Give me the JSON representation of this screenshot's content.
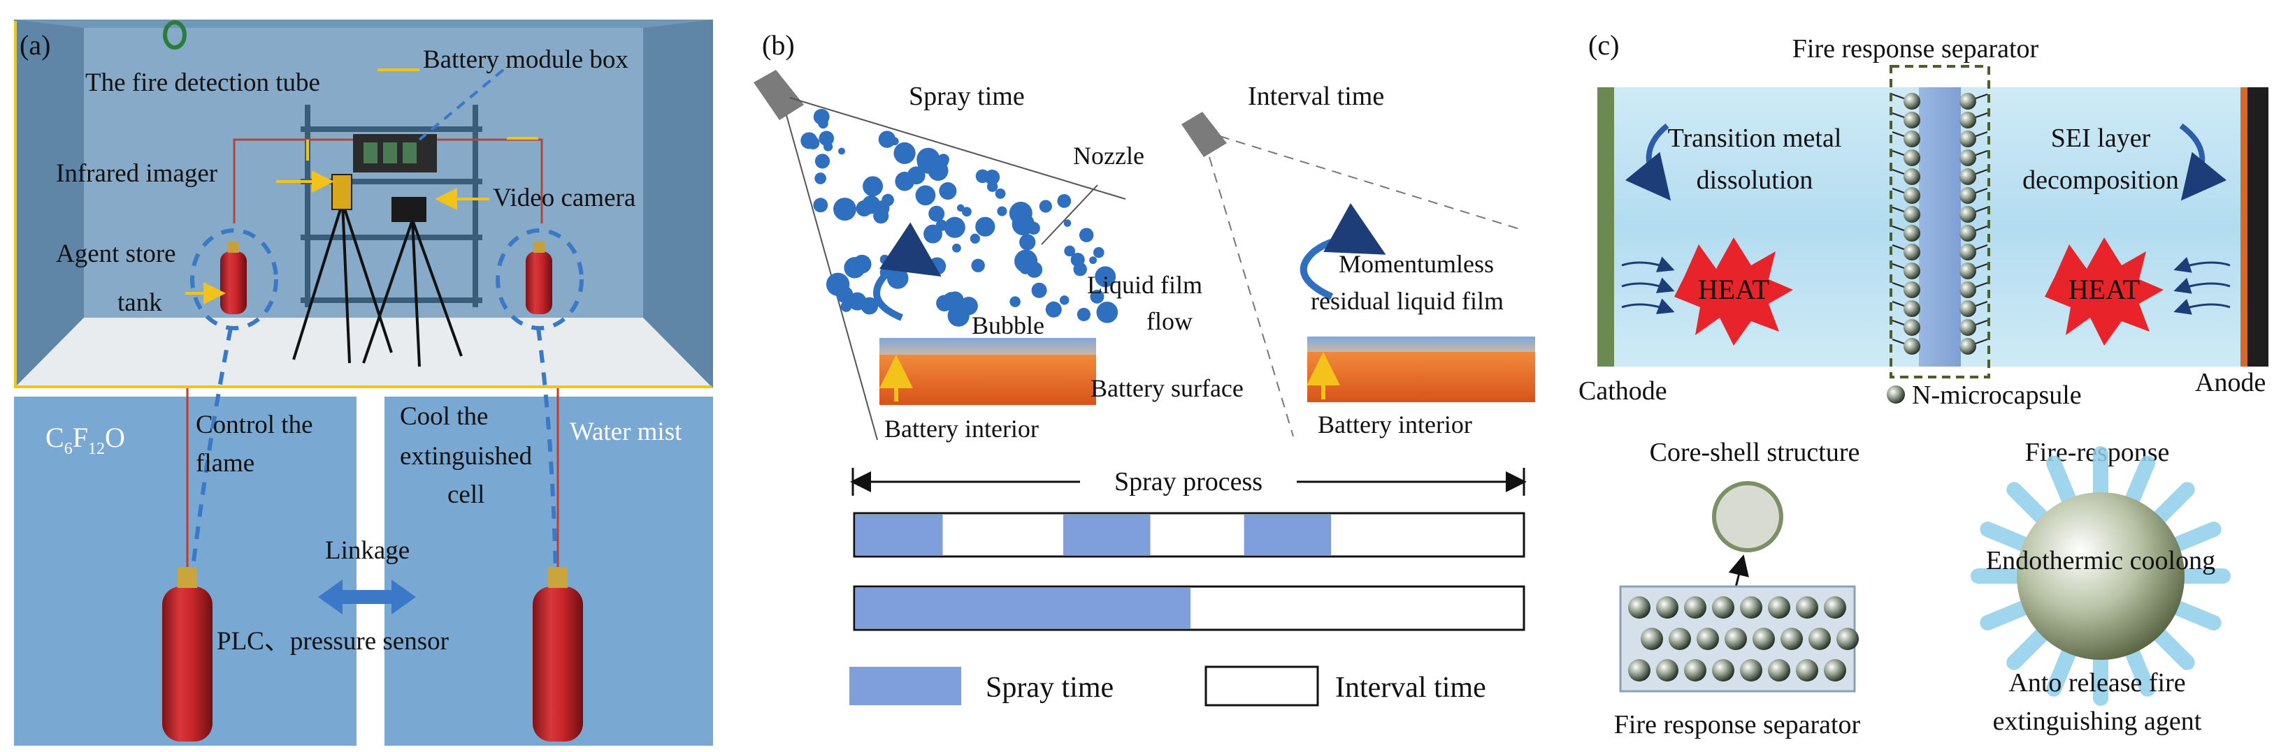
{
  "panel_a": {
    "label": "(a)",
    "top_labels": {
      "fire_detection_tube": "The fire detection tube",
      "battery_module_box": "Battery module box",
      "infrared_imager": "Infrared imager",
      "video_camera": "Video camera",
      "agent_store_line1": "Agent store",
      "agent_store_line2": "tank"
    },
    "bottom_labels": {
      "agent_c": "C",
      "agent_sub6": "6",
      "agent_f": "F",
      "agent_sub12": "12",
      "agent_o": "O",
      "control_line1": "Control the",
      "control_line2": "flame",
      "cool_line1": "Cool the",
      "cool_line2": "extinguished",
      "cool_line3": "cell",
      "water_mist": "Water mist",
      "linkage": "Linkage",
      "plc": "PLC、pressure sensor"
    },
    "colors": {
      "room": "#6f97b7",
      "floor": "#e9ecee",
      "lower_bg": "#79a8d3",
      "cylinder": "#c8262a",
      "link_arrow": "#3c78c8"
    }
  },
  "panel_b": {
    "label": "(b)",
    "spray_time_title": "Spray time",
    "interval_time_title": "Interval time",
    "nozzle": "Nozzle",
    "liquid_film_line1": "Liquid film",
    "liquid_film_line2": "flow",
    "bubble": "Bubble",
    "battery_surface": "Battery surface",
    "battery_interior_1": "Battery interior",
    "momentumless_line1": "Momentumless",
    "momentumless_line2": "residual liquid film",
    "battery_interior_2": "Battery interior",
    "spray_process": "Spray process",
    "legend_spray": "Spray time",
    "legend_interval": "Interval time",
    "schedule_intermittent": [
      [
        0,
        0.13
      ],
      [
        0.31,
        0.44
      ],
      [
        0.58,
        0.71
      ]
    ],
    "schedule_continuous": [
      [
        0,
        0.5
      ]
    ],
    "colors": {
      "droplet": "#2f6fc0",
      "battery": "#e2641c",
      "spray_bar": "#7f9fdc",
      "arrow_yellow": "#f3c21b"
    }
  },
  "panel_c": {
    "label": "(c)",
    "fire_response_separator_title": "Fire response separator",
    "transition_line1": "Transition metal",
    "transition_line2": "dissolution",
    "sei_line1": "SEI layer",
    "sei_line2": "decomposition",
    "heat_left": "HEAT",
    "heat_right": "HEAT",
    "cathode": "Cathode",
    "anode": "Anode",
    "n_microcapsule": "N-microcapsule",
    "core_shell": "Core-shell structure",
    "fire_response": "Fire-response",
    "endothermic": "Endothermic coolong",
    "release_line1": "Anto release fire",
    "release_line2": "extinguishing agent",
    "fire_response_separator_bottom": "Fire response separator",
    "colors": {
      "cell_bg": "#b9dff0",
      "heat": "#e8232a",
      "separator": "#8fb0dd",
      "anode": "#1e1e1e",
      "cathode": "#6a8a52"
    }
  }
}
